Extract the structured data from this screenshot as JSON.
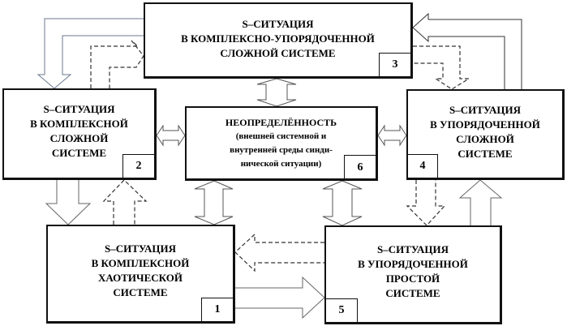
{
  "diagram": {
    "boxes": {
      "box3": {
        "lines": [
          "S–СИТУАЦИЯ",
          "В КОМПЛЕКСНО-УПОРЯДОЧЕННОЙ",
          "СЛОЖНОЙ СИСТЕМЕ"
        ],
        "number": "3"
      },
      "box2": {
        "lines": [
          "S–СИТУАЦИЯ",
          "В КОМПЛЕКСНОЙ",
          "СЛОЖНОЙ",
          "СИСТЕМЕ"
        ],
        "number": "2"
      },
      "box6": {
        "lines": [
          "НЕОПРЕДЕЛЁННОСТЬ",
          "(внешней системной и",
          "внутренней среды синди-",
          "нической ситуации)"
        ],
        "number": "6"
      },
      "box4": {
        "lines": [
          "S–СИТУАЦИЯ",
          "В УПОРЯДОЧЕННОЙ",
          "СЛОЖНОЙ",
          "СИСТЕМЕ"
        ],
        "number": "4"
      },
      "box1": {
        "lines": [
          "S–СИТУАЦИЯ",
          "В КОМПЛЕКСНОЙ",
          "ХАОТИЧЕСКОЙ",
          "СИСТЕМЕ"
        ],
        "number": "1"
      },
      "box5": {
        "lines": [
          "S–СИТУАЦИЯ",
          "В УПОРЯДОЧЕННОЙ",
          "ПРОСТОЙ",
          "СИСТЕМЕ"
        ],
        "number": "5"
      }
    },
    "connections": [
      {
        "from": "3",
        "to": "2",
        "style": "solid"
      },
      {
        "from": "2",
        "to": "3",
        "style": "dashed"
      },
      {
        "from": "4",
        "to": "3",
        "style": "solid"
      },
      {
        "from": "3",
        "to": "4",
        "style": "dashed"
      },
      {
        "from": "2",
        "to": "1",
        "style": "solid"
      },
      {
        "from": "1",
        "to": "2",
        "style": "dashed"
      },
      {
        "from": "5",
        "to": "4",
        "style": "solid"
      },
      {
        "from": "4",
        "to": "5",
        "style": "dashed"
      },
      {
        "from": "1",
        "to": "5",
        "style": "solid"
      },
      {
        "from": "5",
        "to": "1",
        "style": "dashed"
      },
      {
        "from": "6",
        "to": "3",
        "style": "double"
      },
      {
        "from": "6",
        "to": "2",
        "style": "double"
      },
      {
        "from": "6",
        "to": "4",
        "style": "double"
      },
      {
        "from": "6",
        "to": "1",
        "style": "double"
      },
      {
        "from": "6",
        "to": "5",
        "style": "double"
      }
    ],
    "colors": {
      "solid_arrow": "#6b7a8f",
      "dashed_arrow": "#333333",
      "double_arrow": "#555555",
      "box_border": "#111111"
    }
  }
}
